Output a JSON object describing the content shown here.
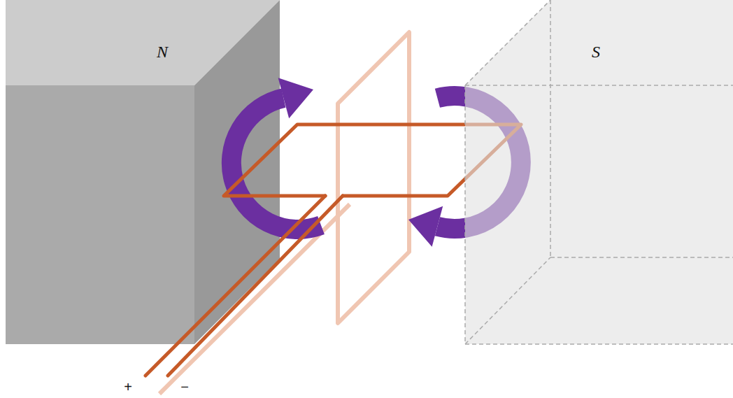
{
  "diagram": {
    "labels": [
      "N",
      "S",
      "+",
      "−"
    ]
  }
}
